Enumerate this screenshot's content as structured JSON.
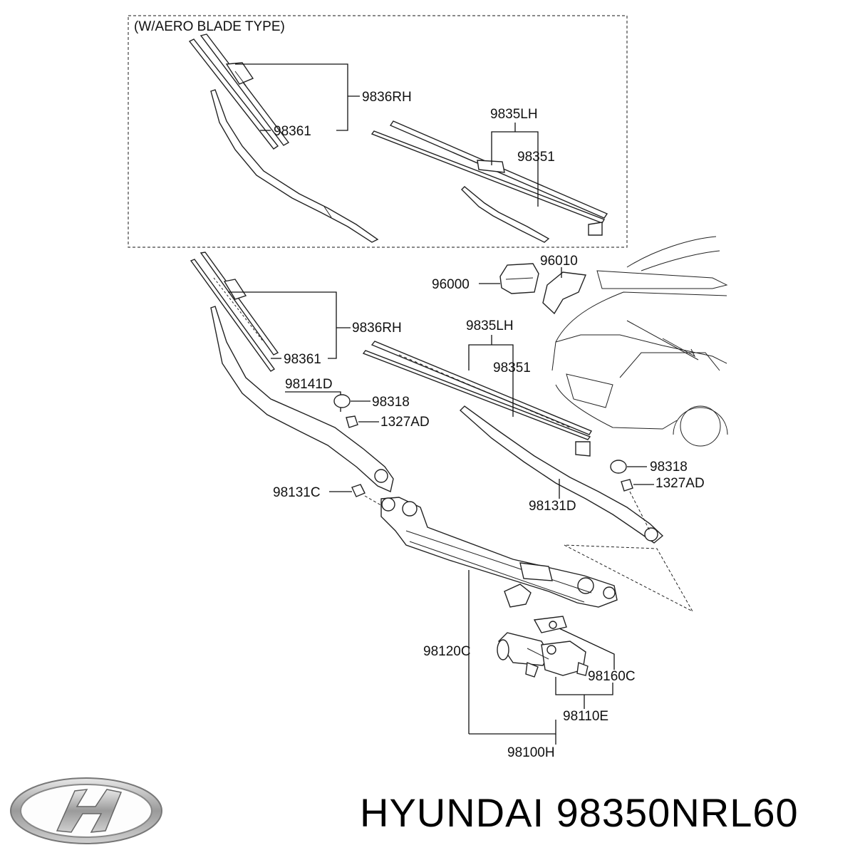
{
  "diagram": {
    "box_title": "(W/AERO BLADE TYPE)",
    "labels": {
      "aero_9836RH": "9836RH",
      "aero_98361": "98361",
      "aero_9835LH": "9835LH",
      "aero_98351": "98351",
      "p96010": "96010",
      "p96000": "96000",
      "p9836RH": "9836RH",
      "p98361": "98361",
      "p9835LH": "9835LH",
      "p98351": "98351",
      "p98141D": "98141D",
      "p98318_a": "98318",
      "p1327AD_a": "1327AD",
      "p98318_b": "98318",
      "p1327AD_b": "1327AD",
      "p98131C": "98131C",
      "p98131D": "98131D",
      "p98120C": "98120C",
      "p98160C": "98160C",
      "p98110E": "98110E",
      "p98100H": "98100H"
    }
  },
  "caption": {
    "brand": "HYUNDAI",
    "part_number": "98350NRL60"
  },
  "logo": {
    "name": "hyundai-logo"
  }
}
